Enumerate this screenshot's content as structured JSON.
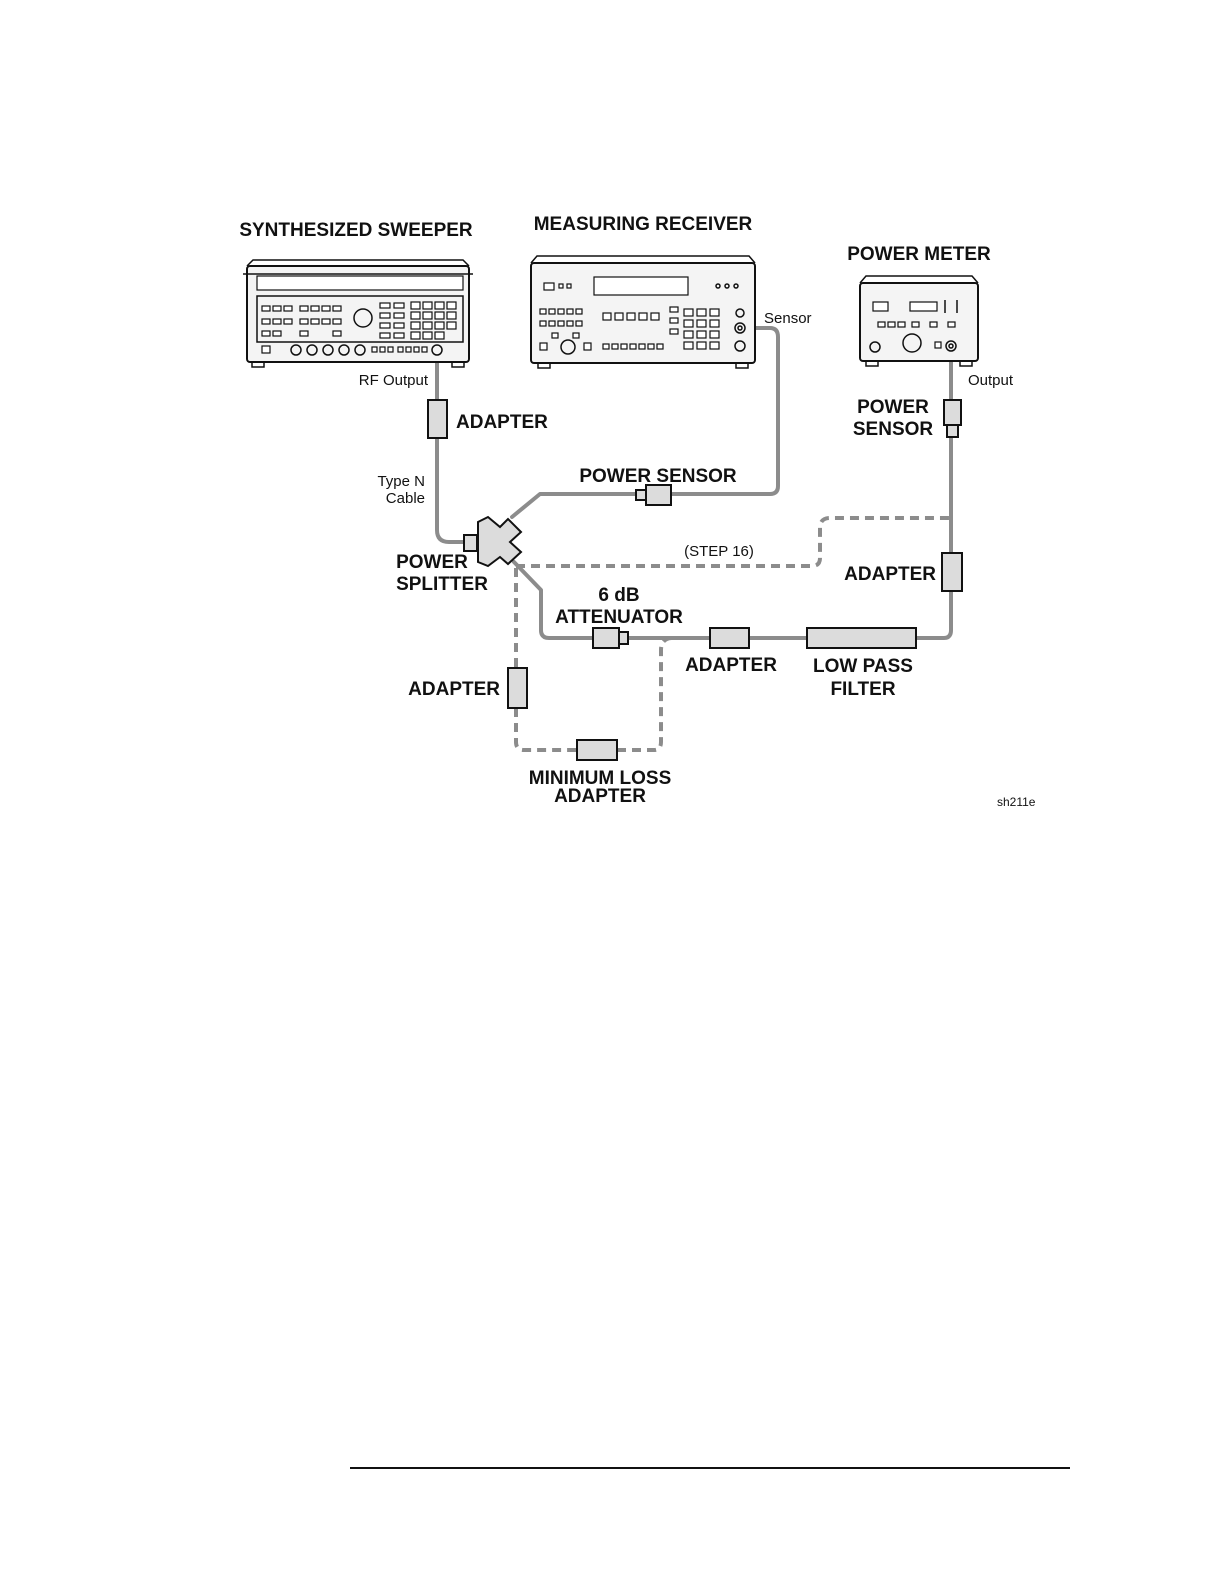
{
  "instruments": {
    "sweeper": "SYNTHESIZED SWEEPER",
    "receiver": "MEASURING RECEIVER",
    "meter": "POWER METER"
  },
  "ports": {
    "rf_output": "RF Output",
    "sensor": "Sensor",
    "output": "Output"
  },
  "cable": {
    "line1": "Type N",
    "line2": "Cable"
  },
  "components": {
    "adapter_top": "ADAPTER",
    "power_sensor_mid": "POWER SENSOR",
    "power_sensor_right_1": "POWER",
    "power_sensor_right_2": "SENSOR",
    "splitter_1": "POWER",
    "splitter_2": "SPLITTER",
    "step": "(STEP 16)",
    "adapter_right": "ADAPTER",
    "attenuator_1": "6 dB",
    "attenuator_2": "ATTENUATOR",
    "adapter_mid": "ADAPTER",
    "lowpass_1": "LOW PASS",
    "lowpass_2": "FILTER",
    "adapter_left": "ADAPTER",
    "minloss_1": "MINIMUM LOSS",
    "minloss_2": "ADAPTER"
  },
  "figure_id": "sh211e"
}
